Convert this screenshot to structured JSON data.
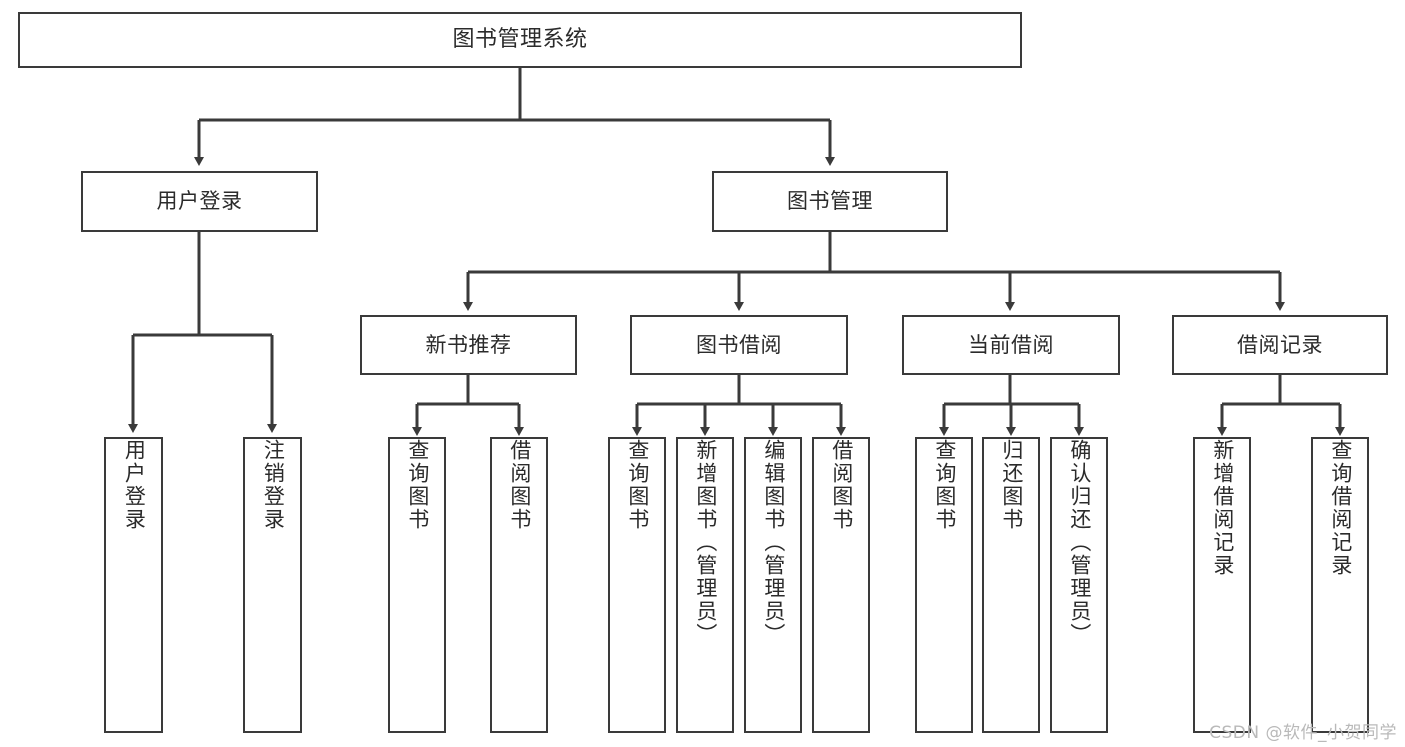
{
  "diagram": {
    "type": "tree",
    "title": "图书管理系统",
    "colors": {
      "box_border": "#3a3a3a",
      "box_fill": "#ffffff",
      "line": "#3a3a3a",
      "text": "#2b2b2b",
      "watermark": "#b9b9b9",
      "background": "#ffffff"
    },
    "root": {
      "label": "图书管理系统"
    },
    "level1": [
      {
        "label": "用户登录"
      },
      {
        "label": "图书管理"
      }
    ],
    "level2": [
      {
        "label": "新书推荐",
        "parent": "图书管理"
      },
      {
        "label": "图书借阅",
        "parent": "图书管理"
      },
      {
        "label": "当前借阅",
        "parent": "图书管理"
      },
      {
        "label": "借阅记录",
        "parent": "图书管理"
      }
    ],
    "leaves": {
      "user_login": [
        {
          "label": "用户登录"
        },
        {
          "label": "注销登录"
        }
      ],
      "new_book_recommend": [
        {
          "label": "查询图书"
        },
        {
          "label": "借阅图书"
        }
      ],
      "book_borrow": [
        {
          "label": "查询图书"
        },
        {
          "label": "新增图书（管理员）"
        },
        {
          "label": "编辑图书（管理员）"
        },
        {
          "label": "借阅图书"
        }
      ],
      "current_borrow": [
        {
          "label": "查询图书"
        },
        {
          "label": "归还图书"
        },
        {
          "label": "确认归还（管理员）"
        }
      ],
      "borrow_record": [
        {
          "label": "新增借阅记录"
        },
        {
          "label": "查询借阅记录"
        }
      ]
    }
  },
  "watermark": {
    "text": "CSDN @软件_小贺同学"
  }
}
